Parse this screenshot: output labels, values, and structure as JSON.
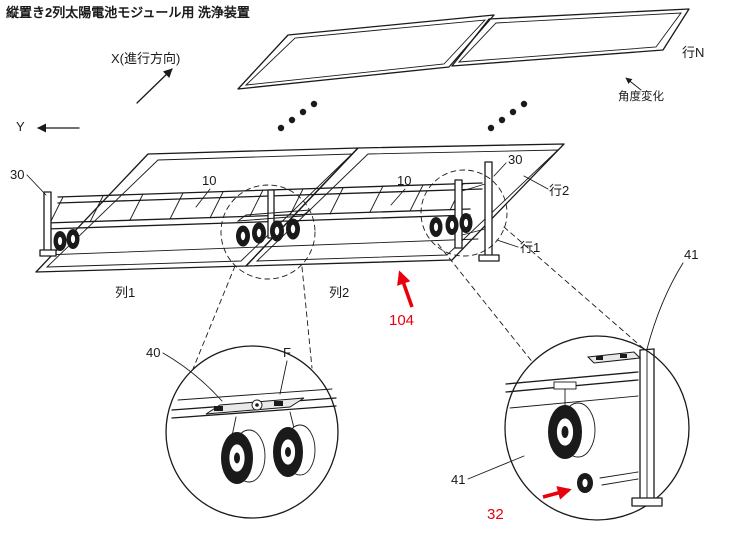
{
  "title": "縦置き2列太陽電池モジュール用 洗浄装置",
  "axes": {
    "x": "X(進行方向)",
    "y": "Y"
  },
  "top_modules": {
    "row_n": "行N",
    "angle_change": "角度変化"
  },
  "machine": {
    "ref_30_left": "30",
    "ref_10_col1": "10",
    "ref_10_col2": "10",
    "ref_30_right": "30",
    "row_2": "行2",
    "row_1": "行1",
    "col_1": "列1",
    "col_2": "列2",
    "ref_41_upper": "41",
    "ref_104": "104"
  },
  "detail_left": {
    "ref_40": "40",
    "ref_f": "F"
  },
  "detail_right": {
    "ref_41": "41",
    "ref_32": "32"
  },
  "colors": {
    "line": "#1a1a1a",
    "highlight": "#e8000d",
    "background": "#ffffff"
  }
}
